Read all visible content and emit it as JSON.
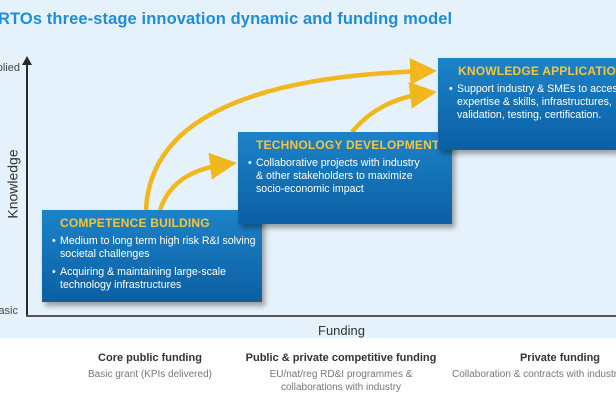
{
  "title": "RTOs three-stage innovation dynamic and funding model",
  "axis": {
    "y_title": "Knowledge",
    "y_top": "Applied",
    "y_bottom": "Basic",
    "x_title": "Funding"
  },
  "stages": {
    "competence": {
      "heading": "COMPETENCE BUILDING",
      "item1_line1": "Medium to long term high risk R&I solving",
      "item1_line2": "societal challenges",
      "item2_line1": "Acquiring & maintaining large-scale",
      "item2_line2": "technology infrastructures"
    },
    "technology": {
      "heading": "TECHNOLOGY DEVELOPMENT",
      "item1_line1": "Collaborative projects with industry",
      "item1_line2": "& other stakeholders to maximize",
      "item1_line3": "socio-economic impact"
    },
    "knowledge": {
      "heading": "KNOWLEDGE APPLICATION",
      "item1_line1": "Support industry & SMEs to access",
      "item1_line2": "expertise & skills, infrastructures,",
      "item1_line3": "validation, testing, certification."
    }
  },
  "funding": {
    "core": {
      "title": "Core public funding",
      "sub1": "Basic grant (KPIs delivered)"
    },
    "competitive": {
      "title": "Public & private competitive funding",
      "sub1": "EU/nat/reg RD&I programmes &",
      "sub2": "collaborations with industry"
    },
    "private": {
      "title": "Private funding",
      "sub1": "Collaboration & contracts with industry"
    }
  },
  "colors": {
    "panel_bg": "#e6f2fb",
    "title": "#1f8dd6",
    "box": "#0b5fa4",
    "heading": "#f7c53a",
    "arrow": "#f2b71c"
  }
}
